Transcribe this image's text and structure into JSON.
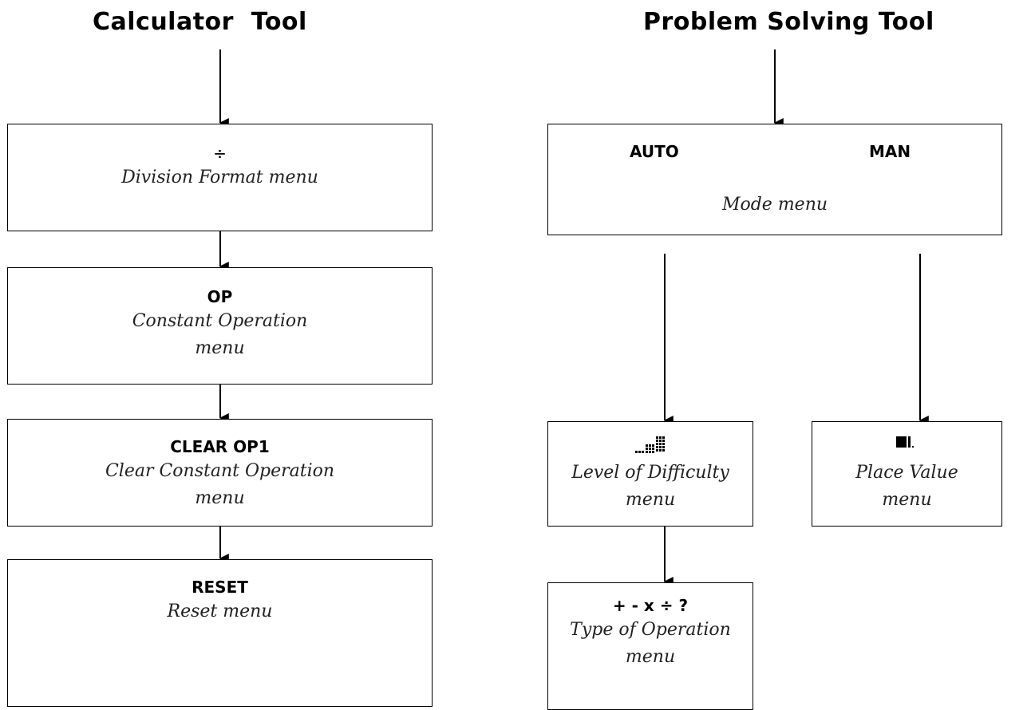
{
  "calculator": {
    "title": "Calculator  Tool",
    "division": {
      "code": "÷",
      "label": "Division Format menu"
    },
    "constant_op": {
      "code": "OP",
      "label_1": "Constant Operation",
      "label_2": "menu"
    },
    "clear_op": {
      "code": "CLEAR OP1",
      "label_1": "Clear Constant Operation",
      "label_2": "menu"
    },
    "reset": {
      "code": "RESET",
      "label": "Reset menu"
    }
  },
  "problem_solving": {
    "title": "Problem Solving Tool",
    "mode": {
      "auto": "AUTO",
      "man": "MAN",
      "label": "Mode menu"
    },
    "difficulty": {
      "icon": "difficulty-bars-icon",
      "label_1": "Level of Difficulty",
      "label_2": "menu"
    },
    "place_value": {
      "icon": "place-value-icon",
      "label_1": "Place Value",
      "label_2": "menu"
    },
    "operation_type": {
      "code": "+ - x ÷ ?",
      "label_1": "Type of Operation",
      "label_2": "menu"
    }
  }
}
